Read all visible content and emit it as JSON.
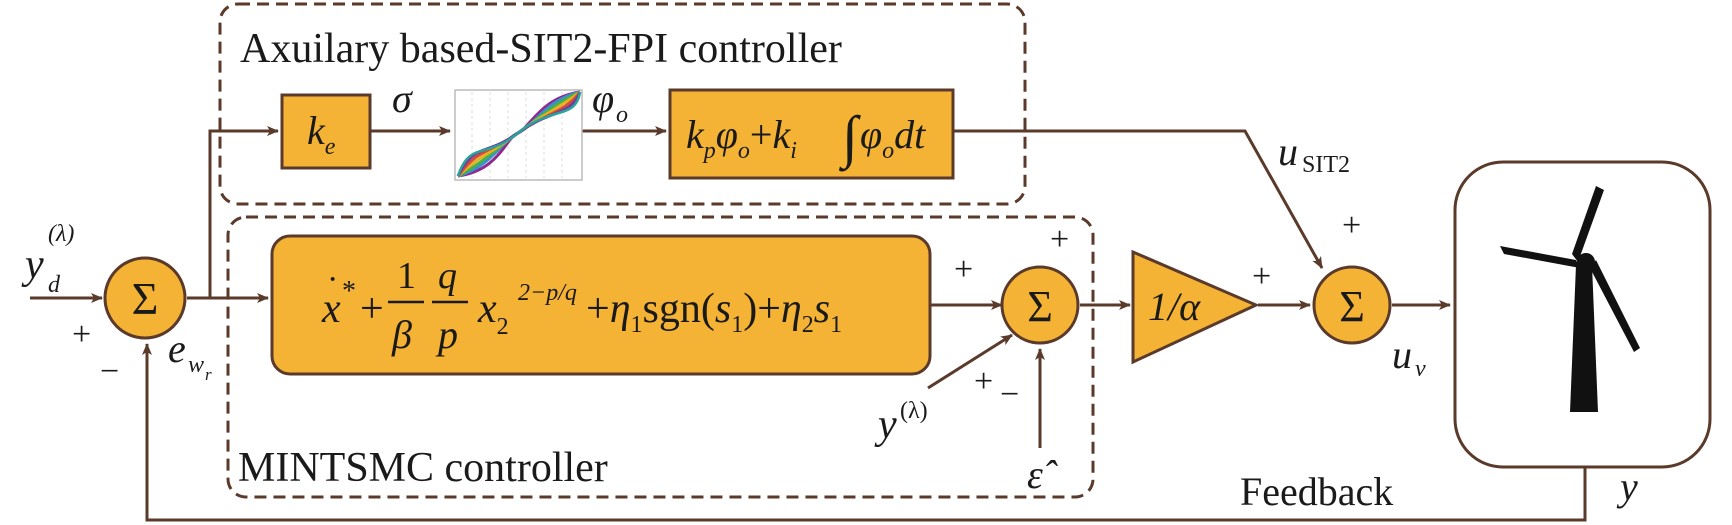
{
  "groups": {
    "auxiliary_title": "Axuilary based-SIT2-FPI controller",
    "mintsmc_title": "MINTSMC controller"
  },
  "signals": {
    "reference": "y",
    "reference_sub": "d",
    "reference_sup": "(λ)",
    "error": "e",
    "error_sub": "w",
    "error_subsub": "r",
    "sigma": "σ",
    "phi": "φ",
    "phi_sub": "o",
    "u_sit2": "u",
    "u_sit2_sub": "SIT2",
    "u_v": "u",
    "u_v_sub": "v",
    "y_lambda": "y",
    "y_lambda_sup": "(λ)",
    "eps_hat": "ε̂",
    "output": "y",
    "feedback": "Feedback"
  },
  "blocks": {
    "sum": "Σ",
    "gain": "1/α"
  },
  "signs": {
    "plus": "+",
    "minus": "−"
  },
  "colors": {
    "block_fill": "#f5b335",
    "stroke": "#5a3a2a"
  }
}
